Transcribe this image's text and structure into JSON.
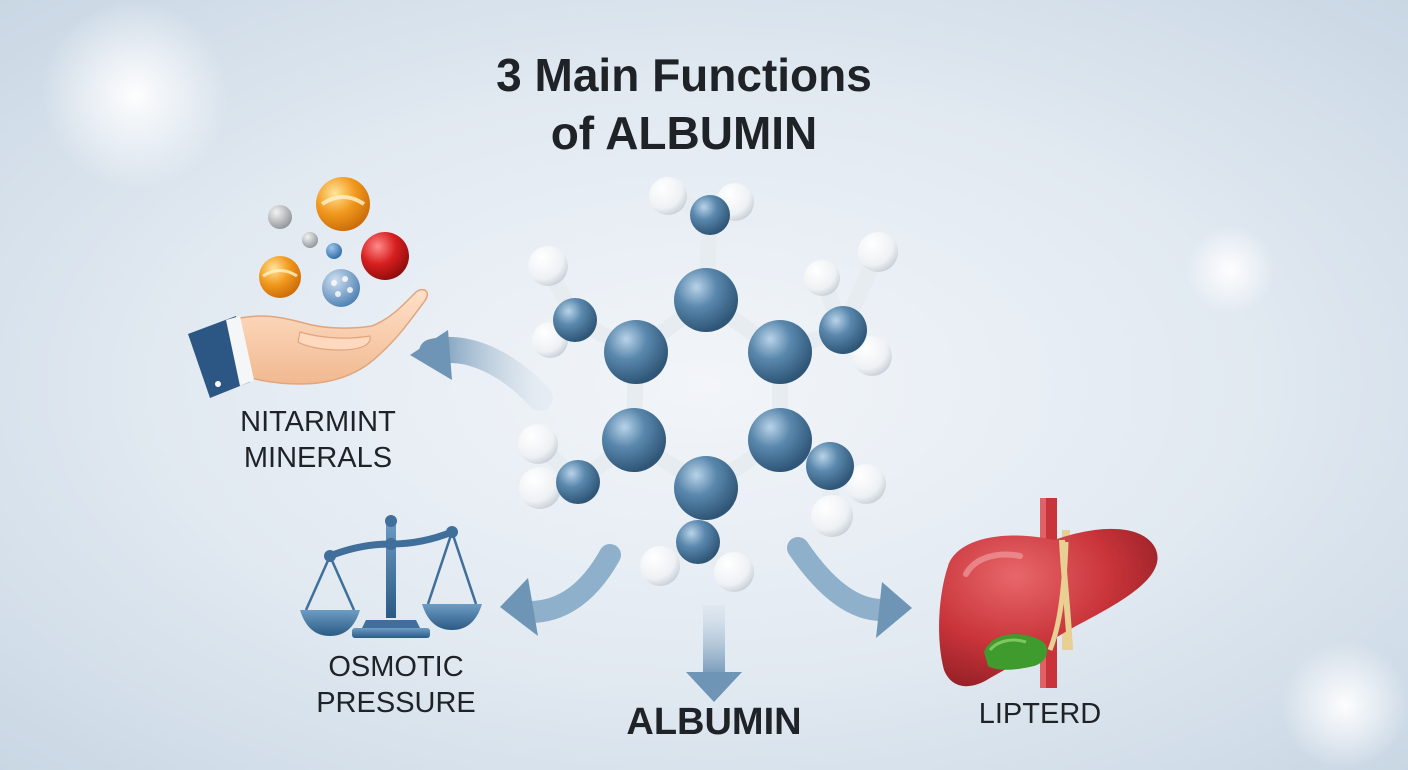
{
  "title": {
    "line1": "3 Main Functions",
    "line2": "of ALBUMIN"
  },
  "functions": [
    {
      "icon": "hand-with-balls-icon",
      "line1": "NITARMINT",
      "line2": "MINERALS"
    },
    {
      "icon": "balance-scale-icon",
      "line1": "OSMOTIC",
      "line2": "PRESSURE"
    },
    {
      "icon": "liver-icon",
      "line1": "LIPTERD"
    }
  ],
  "center": {
    "icon": "molecule-icon",
    "label": "ALBUMIN"
  },
  "colors": {
    "atom_blue": "#5a88ad",
    "atom_white": "#f4f6f8",
    "arrow": "#6f95b6",
    "ball_orange": "#f29a1e",
    "ball_red": "#d81f1f",
    "liver_red": "#c8343a",
    "gallbladder": "#3f9b2d",
    "scale_blue": "#3f6f9a"
  }
}
